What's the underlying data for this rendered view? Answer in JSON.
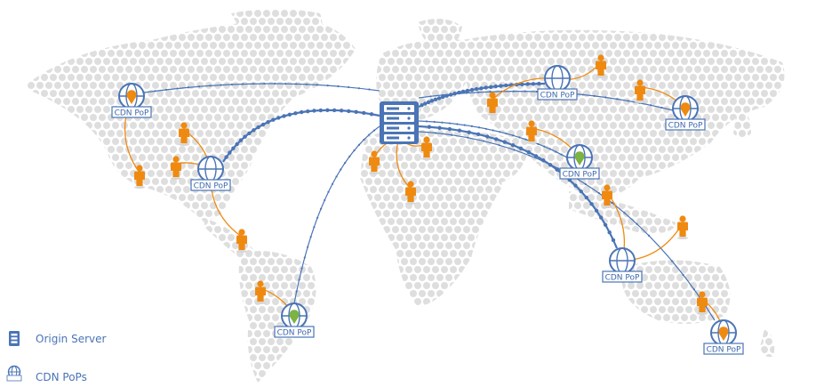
{
  "pop_label": "CDN PoP",
  "legend": {
    "origin_server": "Origin Server",
    "cdn_pops": "CDN PoPs"
  },
  "colors": {
    "map_dot": "#dedede",
    "accent_blue": "#4a74b6",
    "user_orange": "#ef8a11",
    "pin_green": "#7cb342",
    "pin_orange": "#ef8a11",
    "background": "#ffffff"
  }
}
